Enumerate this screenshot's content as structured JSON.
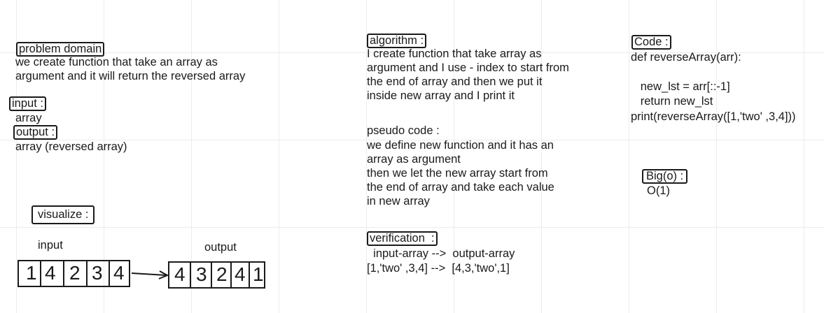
{
  "problem": {
    "label": "problem domain",
    "lines": [
      "we create function that take an array as",
      "argument and it will return the reversed array"
    ],
    "input_label": "input :",
    "input_value": "array",
    "output_label": "output :",
    "output_value": "array (reversed array)"
  },
  "visualize": {
    "label": "visualize :",
    "input_caption": "input",
    "output_caption": "output",
    "input_cells": [
      "1",
      "4",
      "2",
      "3",
      "4"
    ],
    "output_cells": [
      "4",
      "3",
      "2",
      "4",
      "1"
    ]
  },
  "algorithm": {
    "label": "algorithm :",
    "lines": [
      "I create function that take array as",
      "argument and I use - index to start from",
      "the end of array and then we put it",
      "inside new array and I print it"
    ],
    "pseudo_lines": [
      "pseudo code :",
      "we define new function and it has an",
      "array as argument",
      "then we let the new array start from",
      "the end of array and take each value",
      "in new array"
    ]
  },
  "verification": {
    "label": "verification  :",
    "lines": [
      "  input-array -->  output-array",
      "[1,'two' ,3,4] -->  [4,3,'two',1]"
    ]
  },
  "code": {
    "label": "Code :",
    "lines": [
      "def reverseArray(arr):",
      "",
      "   new_lst = arr[::-1]",
      "   return new_lst",
      "print(reverseArray([1,'two' ,3,4]))"
    ]
  },
  "bigo": {
    "label": "Big(o) :",
    "value": "O(1)"
  }
}
